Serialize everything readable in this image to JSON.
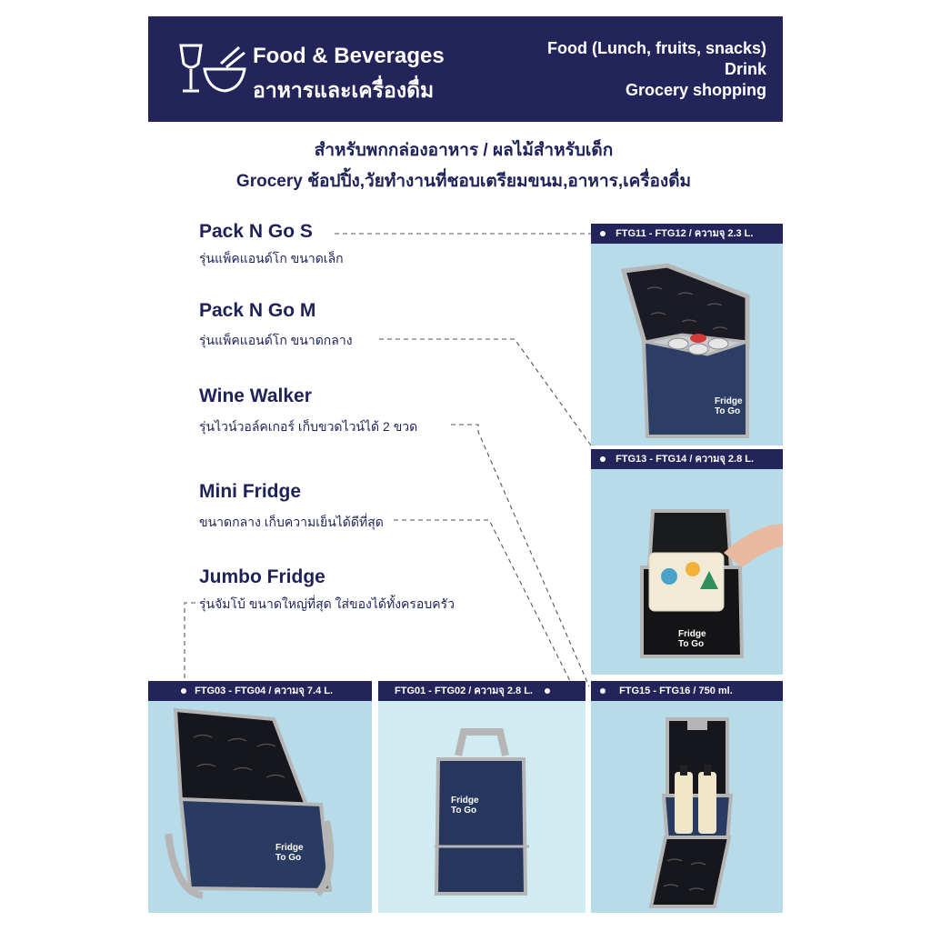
{
  "header": {
    "title_en": "Food & Beverages",
    "title_th": "อาหารและเครื่องดื่ม",
    "icon": "wine-glass-bowl-icon",
    "categories": [
      "Food (Lunch, fruits, snacks)",
      "Drink",
      "Grocery shopping"
    ]
  },
  "intro": {
    "line1": "สำหรับพกกล่องอาหาร / ผลไม้สำหรับเด็ก",
    "line2": "Grocery ช้อปปิ้ง,วัยทำงานที่ชอบเตรียมขนม,อาหาร,เครื่องดื่ม"
  },
  "products": [
    {
      "name": "Pack N Go S",
      "desc": "รุ่นแพ็คแอนด์โก ขนาดเล็ก"
    },
    {
      "name": "Pack N Go M",
      "desc": "รุ่นแพ็คแอนด์โก ขนาดกลาง"
    },
    {
      "name": "Wine Walker",
      "desc": "รุ่นไวน์วอล์คเกอร์ เก็บขวดไวน์ได้ 2 ขวด"
    },
    {
      "name": "Mini Fridge",
      "desc": "ขนาดกลาง เก็บความเย็นได้ดีที่สุด"
    },
    {
      "name": "Jumbo Fridge",
      "desc": "รุ่นจัมโบ้ ขนาดใหญ่ที่สุด ใส่ของได้ทั้งครอบครัว"
    }
  ],
  "tags": {
    "ftg11": "FTG11 - FTG12 / ความจุ 2.3 L.",
    "ftg13": "FTG13 - FTG14 / ความจุ 2.8 L.",
    "ftg03": "FTG03 - FTG04 / ความจุ 7.4 L.",
    "ftg01": "FTG01 - FTG02 / ความจุ 2.8 L.",
    "ftg15": "FTG15 - FTG16 / 750 ml."
  },
  "brand": {
    "logo_line1": "Fridge",
    "logo_line2": "To Go"
  },
  "colors": {
    "navy": "#23245a",
    "photo_blue": "#b7dbe8",
    "bag_navy": "#1e2d55",
    "trim_grey": "#b5b5b5"
  }
}
